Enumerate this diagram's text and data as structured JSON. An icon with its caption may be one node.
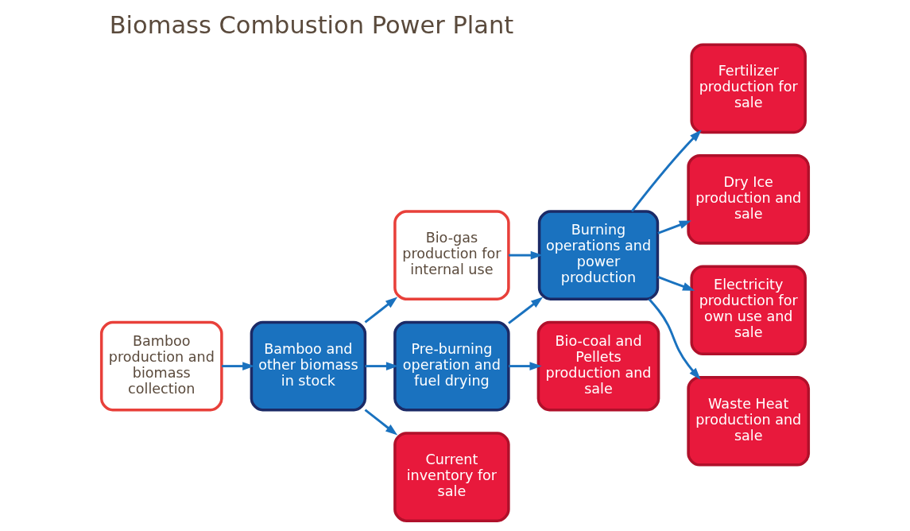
{
  "diagram": {
    "title": "Biomass Combustion Power Plant",
    "nodes": [
      {
        "text": [
          "Bamboo production and biomass collection"
        ]
      },
      {
        "text": [
          "Bamboo and other biomass in stock"
        ]
      },
      {
        "text": [
          "Bio-gas production for internal use"
        ]
      },
      {
        "text": [
          "Pre-burning operation and fuel drying"
        ]
      },
      {
        "text": [
          "Burning operations and power production"
        ]
      },
      {
        "text": [
          "Current inventory for sale"
        ]
      },
      {
        "text": [
          "Bio-coal and Pellets production and sale"
        ]
      },
      {
        "text": [
          "Fertilizer production for sale"
        ]
      },
      {
        "text": [
          "Dry Ice production and sale"
        ]
      },
      {
        "text": [
          "Electricity production for own use and sale"
        ]
      },
      {
        "text": [
          "Waste Heat production and sale"
        ]
      }
    ],
    "edges": [
      {
        "from": 0,
        "to": 1,
        "arrow": "to"
      },
      {
        "from": 1,
        "to": 2,
        "arrow": "to"
      },
      {
        "from": 1,
        "to": 3,
        "arrow": "to"
      },
      {
        "from": 1,
        "to": 5,
        "arrow": "to"
      },
      {
        "from": 3,
        "to": 4,
        "arrow": "to"
      },
      {
        "from": 3,
        "to": 6,
        "arrow": "to"
      },
      {
        "from": 2,
        "to": 4,
        "arrow": "to"
      },
      {
        "from": 4,
        "to": 7,
        "arrow": "to"
      },
      {
        "from": 4,
        "to": 8,
        "arrow": "to"
      },
      {
        "from": 4,
        "to": 9,
        "arrow": "to"
      },
      {
        "from": 4,
        "to": 10,
        "arrow": "to"
      }
    ]
  }
}
